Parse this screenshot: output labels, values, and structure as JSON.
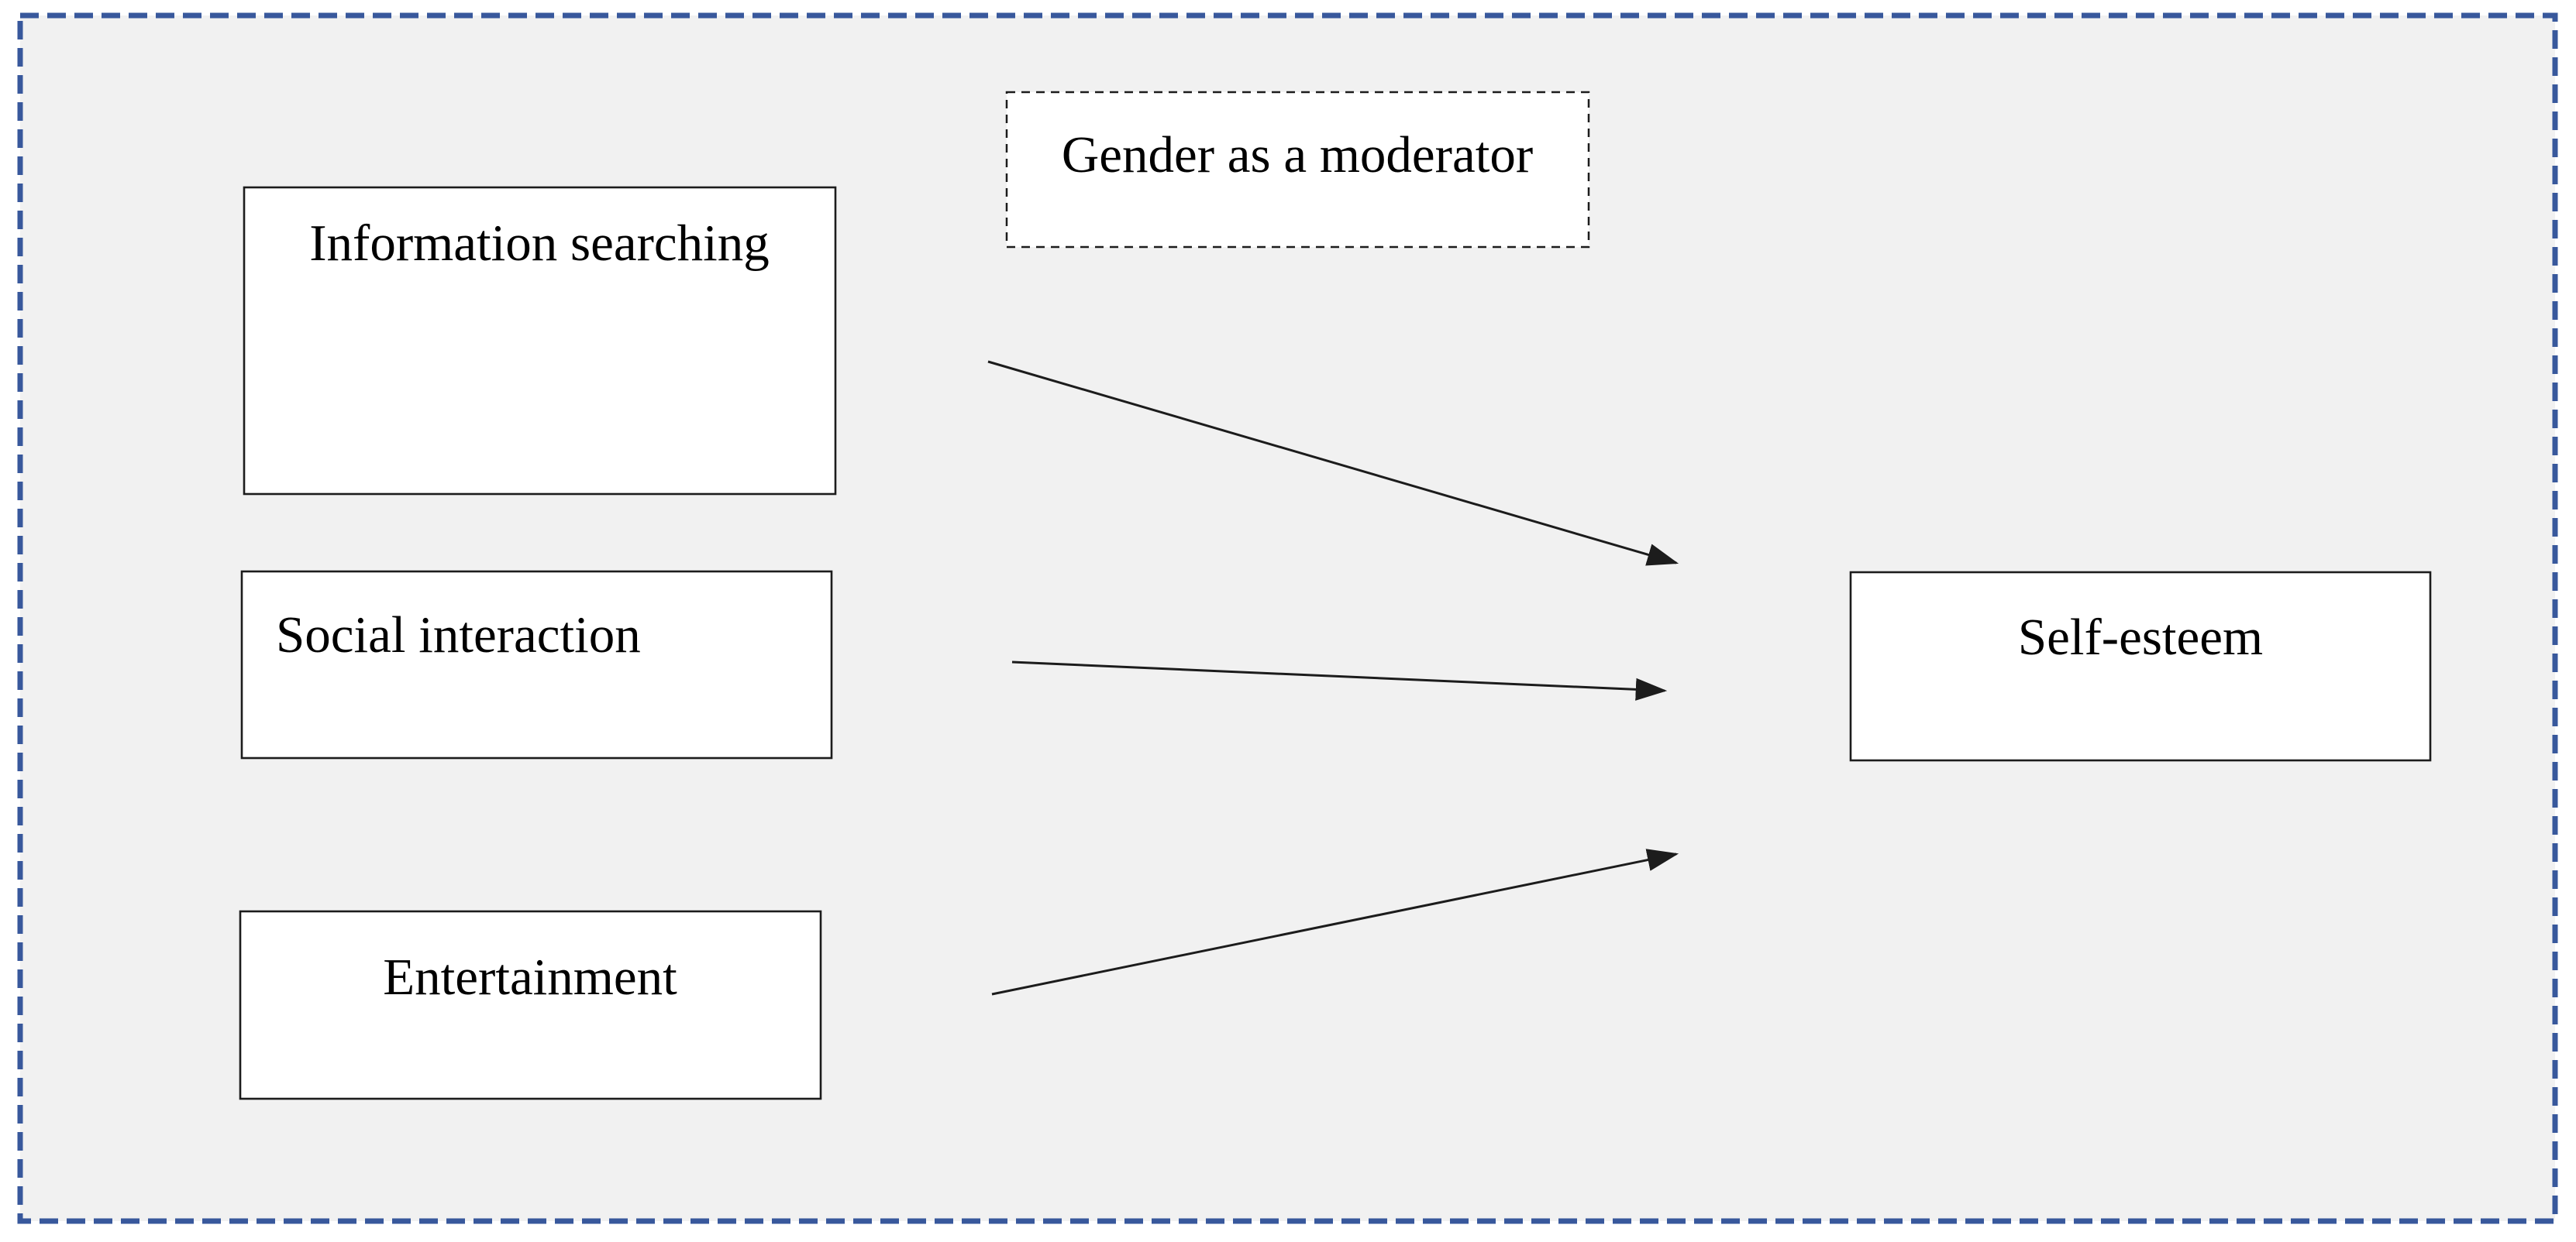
{
  "figure": {
    "type": "conceptual-model-diagram",
    "panel": {
      "background_color": "#F1F1F1",
      "border_color": "#38589C",
      "border_style": "dashed"
    },
    "box_style": {
      "fill": "#FFFFFF",
      "border_color": "#1C1C1C",
      "text_color": "#000000"
    },
    "boxes": {
      "information_searching": {
        "label": "Information searching",
        "border_style": "solid"
      },
      "social_interaction": {
        "label": "Social interaction",
        "border_style": "solid"
      },
      "entertainment": {
        "label": "Entertainment",
        "border_style": "solid"
      },
      "self_esteem": {
        "label": "Self-esteem",
        "border_style": "solid"
      },
      "moderator": {
        "label": "Gender as a moderator",
        "border_style": "dashed"
      }
    },
    "arrows": [
      {
        "from": "Information searching",
        "to": "Self-esteem"
      },
      {
        "from": "Social interaction",
        "to": "Self-esteem"
      },
      {
        "from": "Entertainment",
        "to": "Self-esteem"
      }
    ],
    "arrow_color": "#1C1C1C"
  }
}
